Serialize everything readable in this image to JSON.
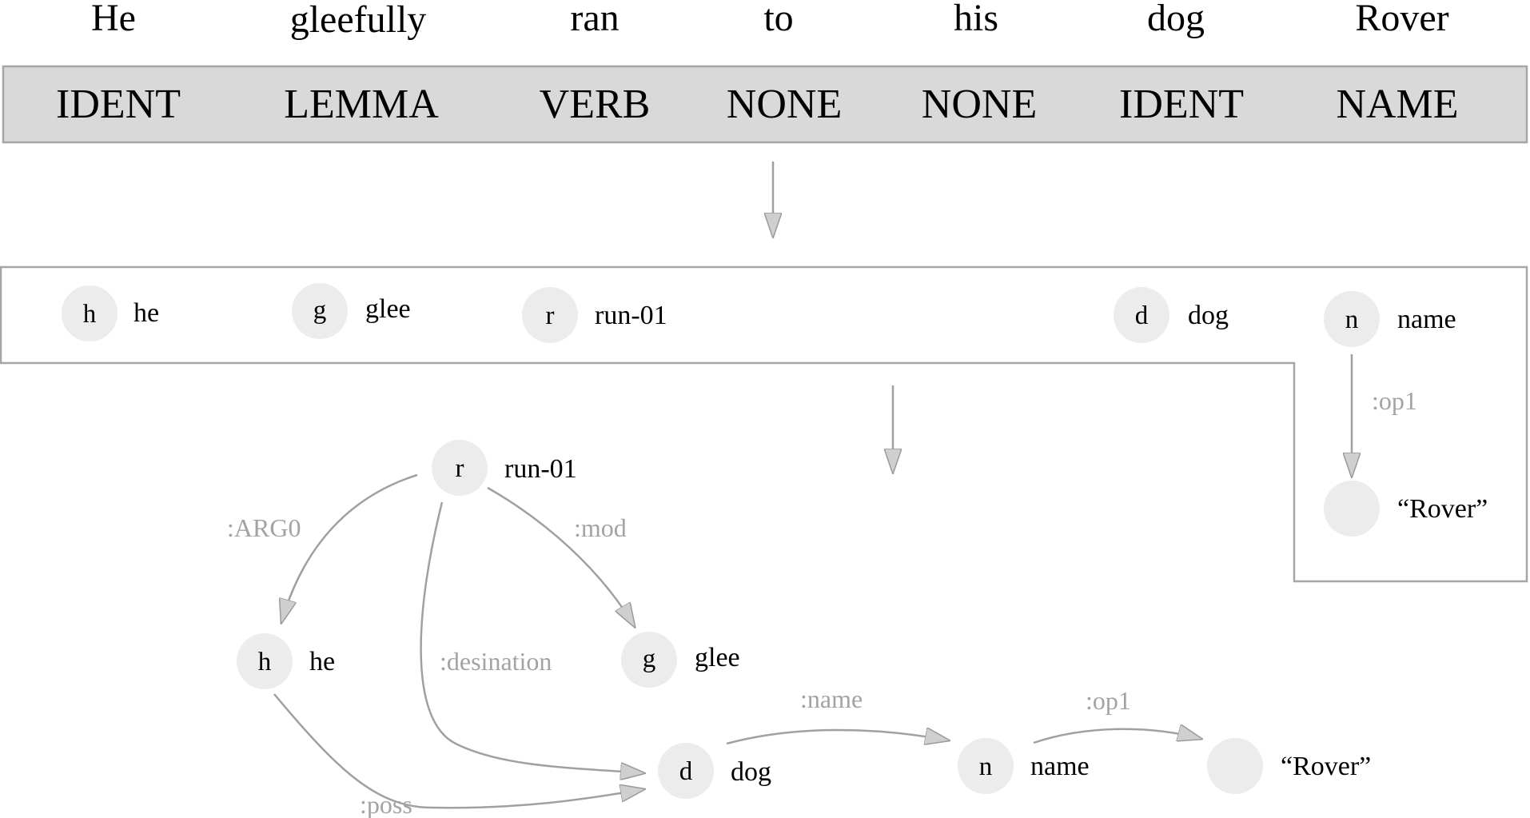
{
  "tokens": [
    "He",
    "gleefully",
    "ran",
    "to",
    "his",
    "dog",
    "Rover"
  ],
  "tags": [
    "IDENT",
    "LEMMA",
    "VERB",
    "NONE",
    "NONE",
    "IDENT",
    "NAME"
  ],
  "stage2": {
    "nodes": [
      {
        "var": "h",
        "concept": "he"
      },
      {
        "var": "g",
        "concept": "glee"
      },
      {
        "var": "r",
        "concept": "run-01"
      },
      {
        "var": "d",
        "concept": "dog"
      },
      {
        "var": "n",
        "concept": "name"
      },
      {
        "var": "",
        "concept": "“Rover”"
      }
    ],
    "edge_label": ":op1"
  },
  "graph": {
    "nodes": [
      {
        "var": "r",
        "concept": "run-01"
      },
      {
        "var": "h",
        "concept": "he"
      },
      {
        "var": "g",
        "concept": "glee"
      },
      {
        "var": "d",
        "concept": "dog"
      },
      {
        "var": "n",
        "concept": "name"
      },
      {
        "var": "",
        "concept": "“Rover”"
      }
    ],
    "edges": [
      {
        "label": ":ARG0"
      },
      {
        "label": ":mod"
      },
      {
        "label": ":desination"
      },
      {
        "label": ":poss"
      },
      {
        "label": ":name"
      },
      {
        "label": ":op1"
      }
    ]
  }
}
